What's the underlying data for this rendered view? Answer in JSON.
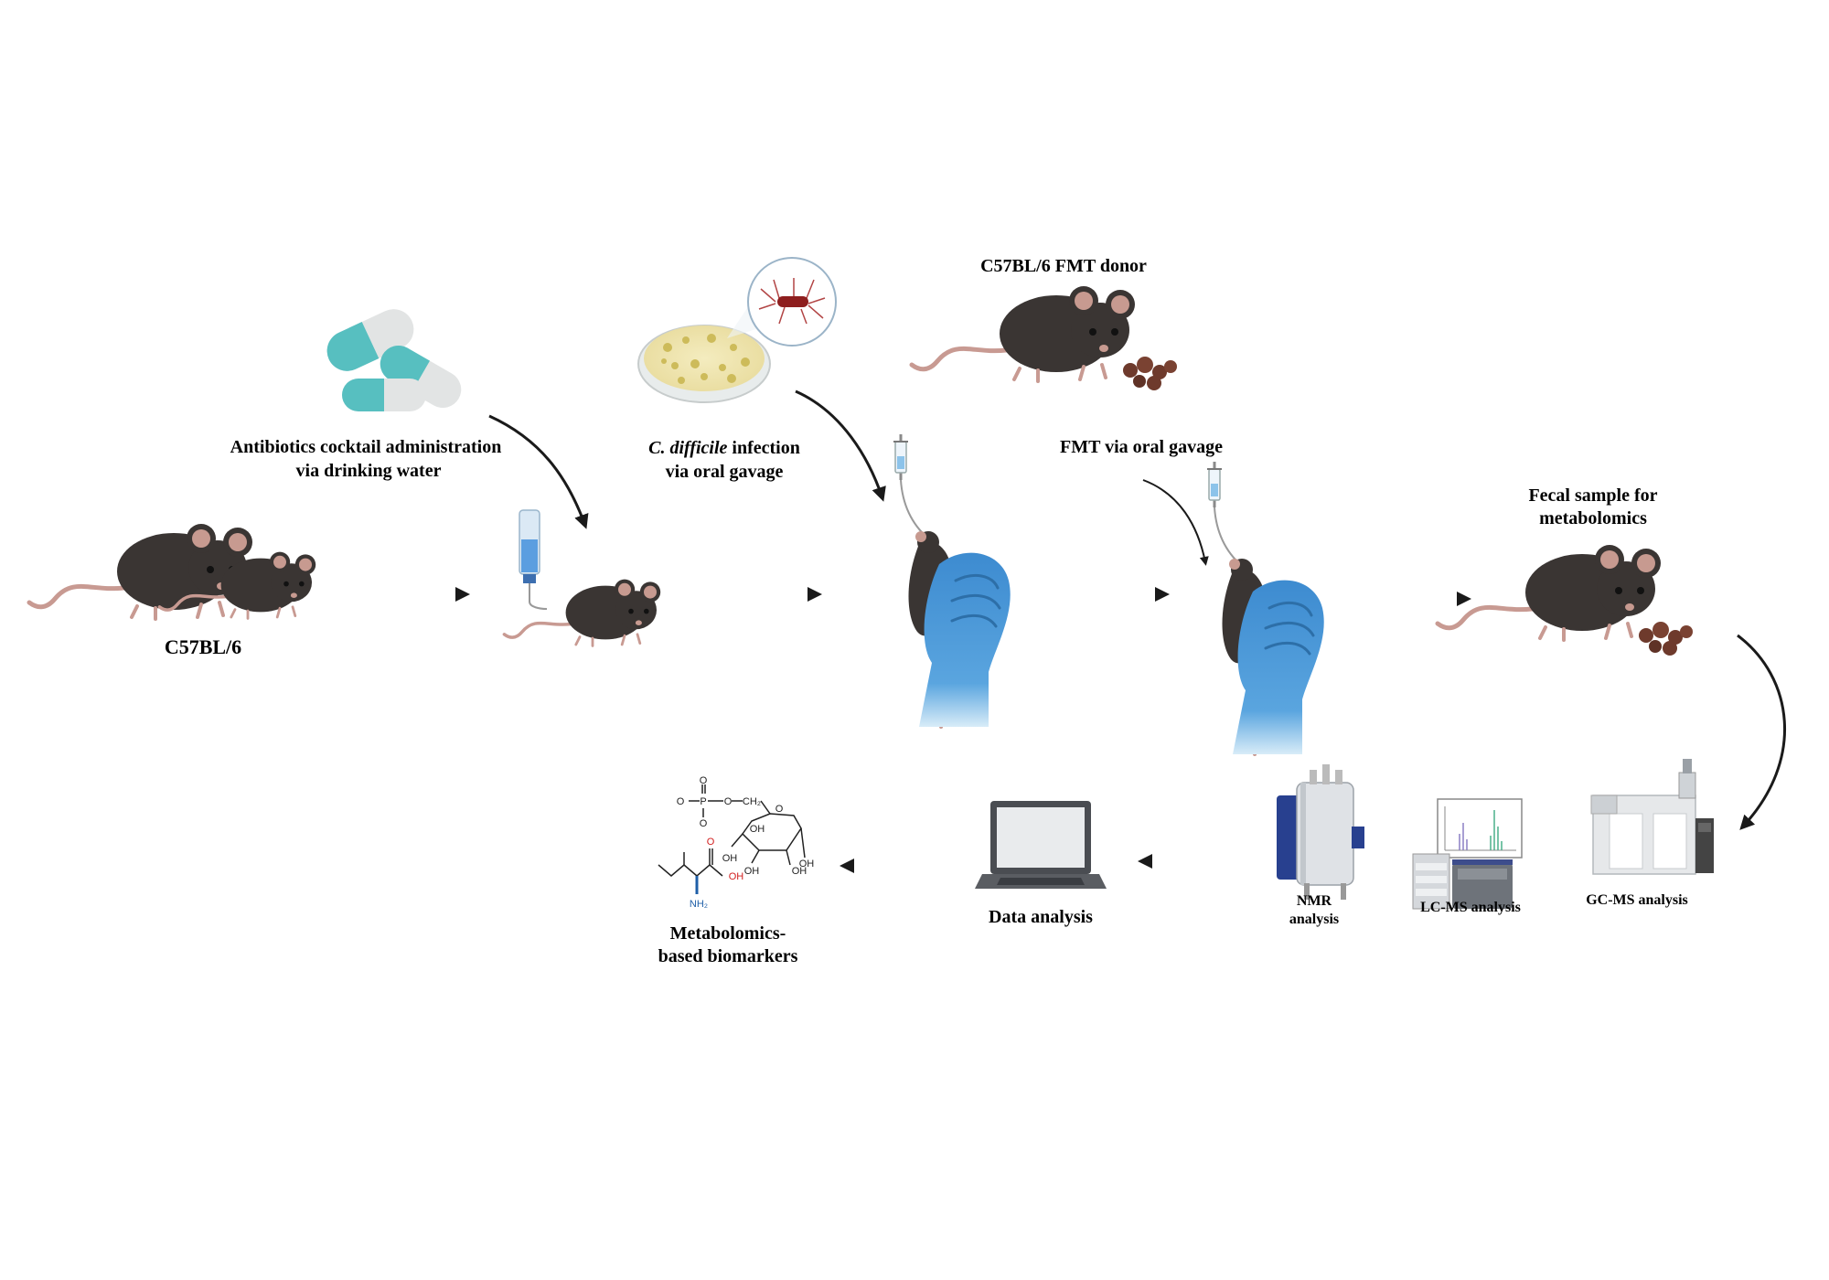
{
  "steps": {
    "baseline": {
      "label": "C57BL/6"
    },
    "antibiotics": {
      "line1": "Antibiotics cocktail administration",
      "line2": "via drinking water"
    },
    "infection": {
      "italic": "C. difficile",
      "rest": " infection",
      "line2": "via oral gavage"
    },
    "donor": {
      "label": "C57BL/6 FMT donor"
    },
    "fmt": {
      "label": "FMT via oral gavage"
    },
    "fecal": {
      "line1": "Fecal sample for",
      "line2": "metabolomics"
    }
  },
  "analysis": {
    "gcms": {
      "label": "GC-MS analysis"
    },
    "lcms": {
      "label": "LC-MS analysis"
    },
    "nmr": {
      "line1": "NMR",
      "line2": "analysis"
    },
    "data": {
      "label": "Data analysis"
    },
    "biomarkers": {
      "line1": "Metabolomics-",
      "line2": "based biomarkers"
    }
  },
  "structures": {
    "o_minus_top": "O",
    "p": "P",
    "o_ester": "O",
    "ch2": "CH₂",
    "o_minus_bottom": "O",
    "o_ring": "O",
    "oh_1": "OH",
    "oh_2": "OH",
    "oh_3": "OH",
    "oh_4": "OH",
    "carbonyl_o": "O",
    "acid_oh": "OH",
    "amine": "NH₂"
  },
  "colors": {
    "mouse_body": "#3a3533",
    "mouse_ear": "#c79a90",
    "mouse_tail": "#c89a92",
    "glove": "#3f8fce",
    "capsule_teal": "#57bfc0",
    "capsule_white": "#e2e4e4",
    "bacterium": "#8e1e1e",
    "feces": "#6e3a2c",
    "arrow": "#1a1a1a",
    "equipment_blue": "#28408f",
    "red_atom": "#d21e1e",
    "blue_atom": "#1f5fa8"
  },
  "icons": [
    "mouse-icon",
    "capsule-icon",
    "water-bottle-icon",
    "petri-dish-icon",
    "bacterium-icon",
    "syringe-icon",
    "gloved-hand-icon",
    "feces-icon",
    "gc-ms-instrument-icon",
    "lc-ms-instrument-icon",
    "nmr-spectrometer-icon",
    "laptop-icon"
  ]
}
